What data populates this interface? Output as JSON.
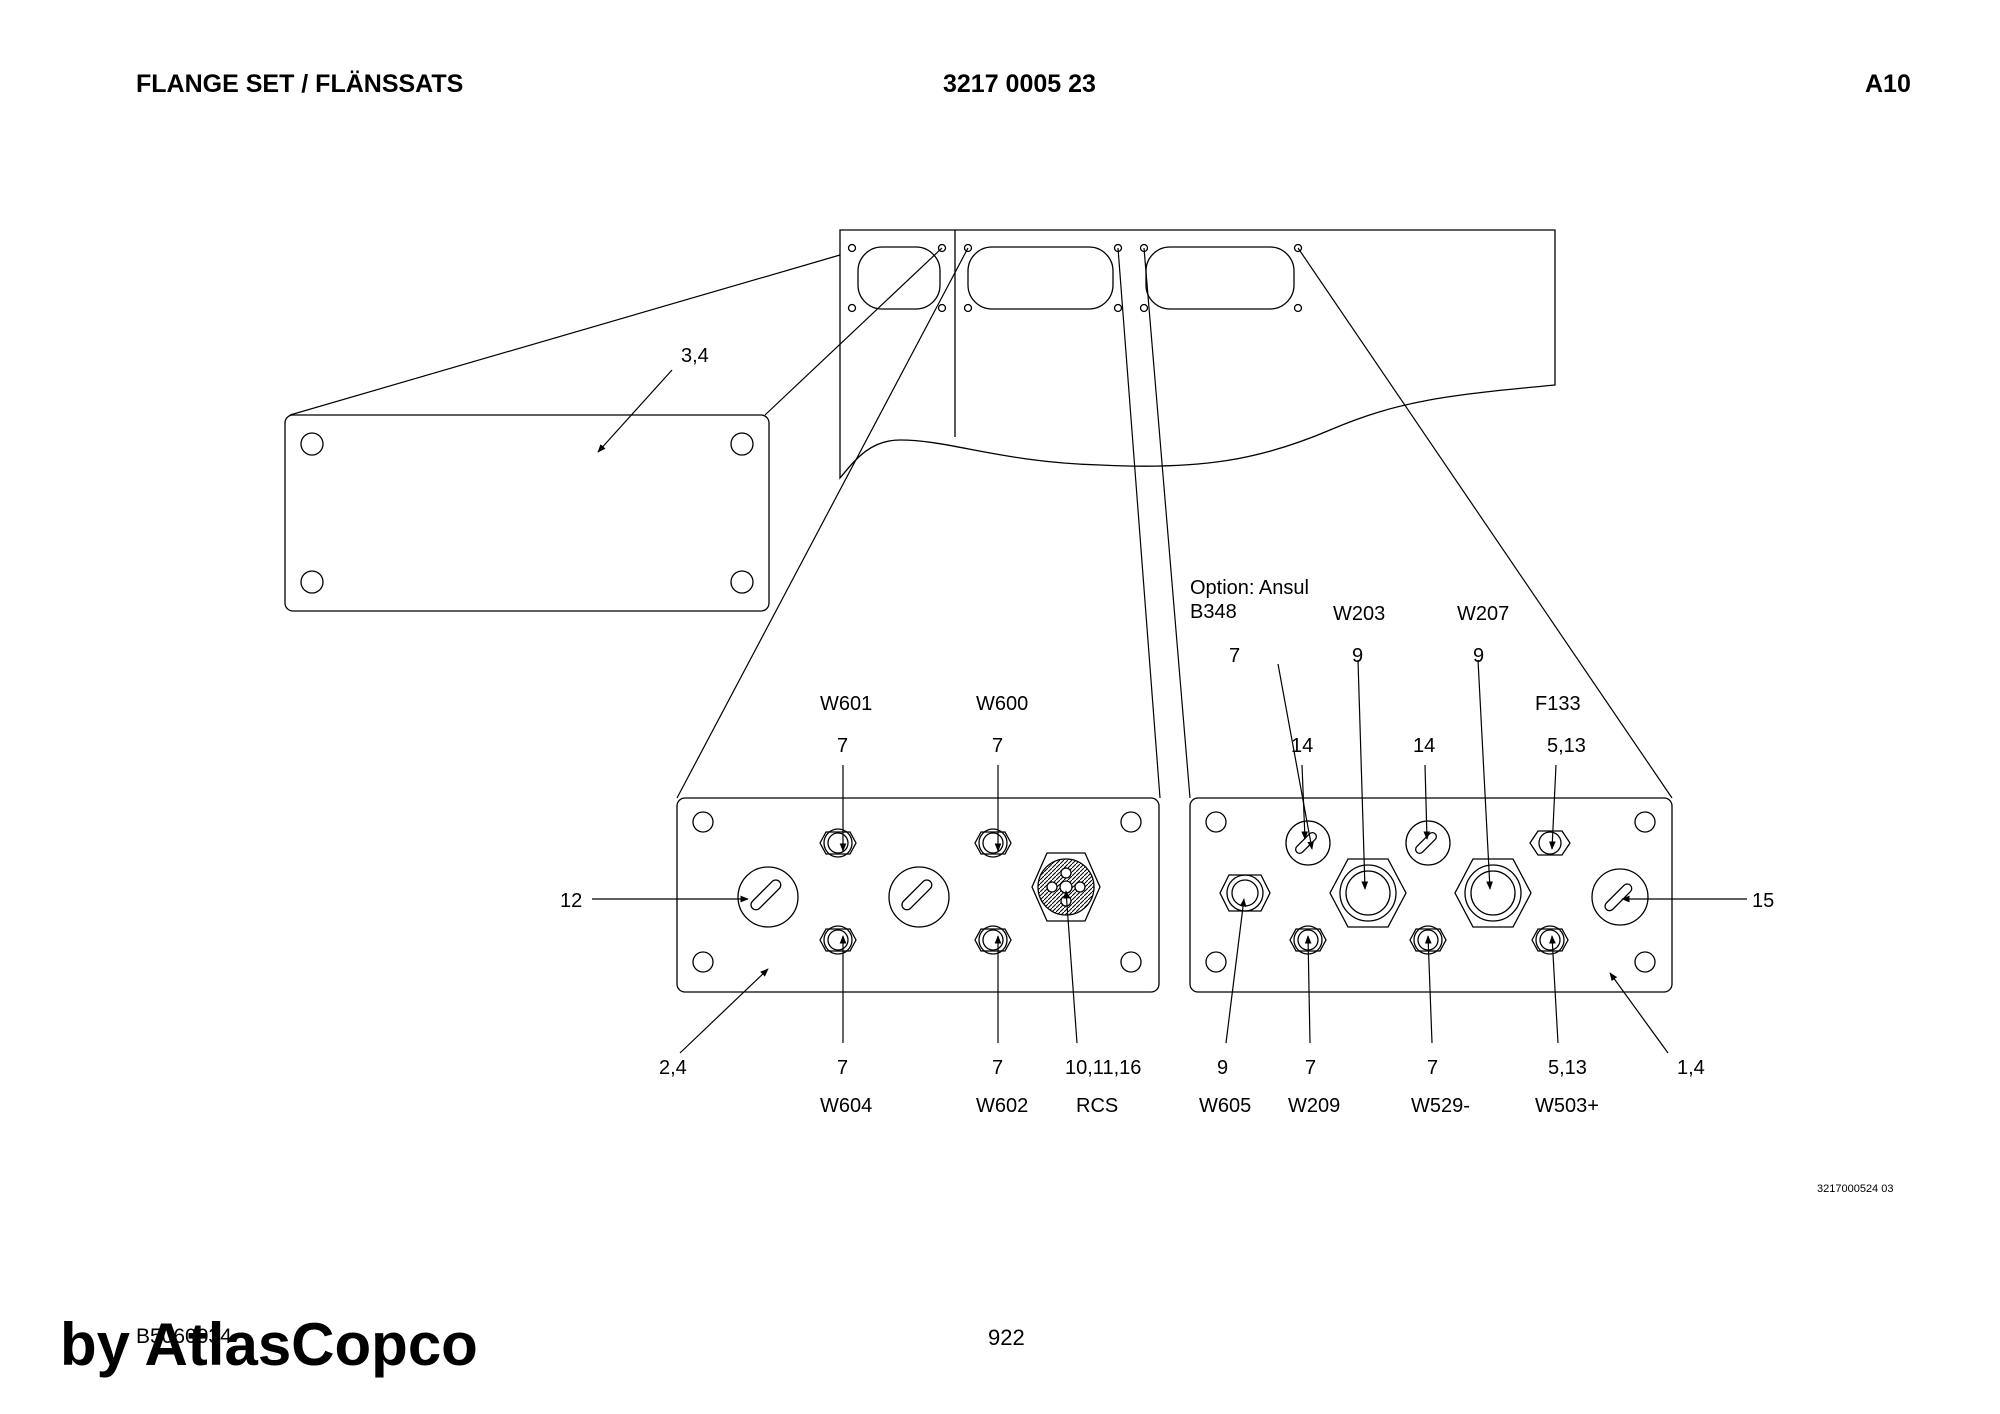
{
  "header": {
    "title": "FLANGE SET / FLÄNSSATS",
    "part_number": "3217 0005 23",
    "section": "A10"
  },
  "labels": {
    "top_plate": "3,4",
    "option": "Option: Ansul",
    "b348": "B348",
    "w203": "W203",
    "w207": "W207",
    "opt_item": "7",
    "w203_item": "9",
    "w207_item": "9",
    "w601": "W601",
    "w600": "W600",
    "f133": "F133",
    "w601_item": "7",
    "w600_item": "7",
    "blank1_item": "14",
    "blank2_item": "14",
    "f133_item": "5,13",
    "left_blank": "12",
    "right_blank": "15",
    "left_plate": "2,4",
    "w604_item": "7",
    "w602_item": "7",
    "rcs_item": "10,11,16",
    "w605_item": "9",
    "w209_item": "7",
    "w529_item": "7",
    "w503_item": "5,13",
    "right_plate": "1,4",
    "w604": "W604",
    "w602": "W602",
    "rcs": "RCS",
    "w605": "W605",
    "w209": "W209",
    "w529": "W529-",
    "w503": "W503+"
  },
  "footer": {
    "drawing_ref": "3217000524 03",
    "page_number": "922",
    "doc_id": "B5060034",
    "watermark": "by AtlasCopco"
  }
}
